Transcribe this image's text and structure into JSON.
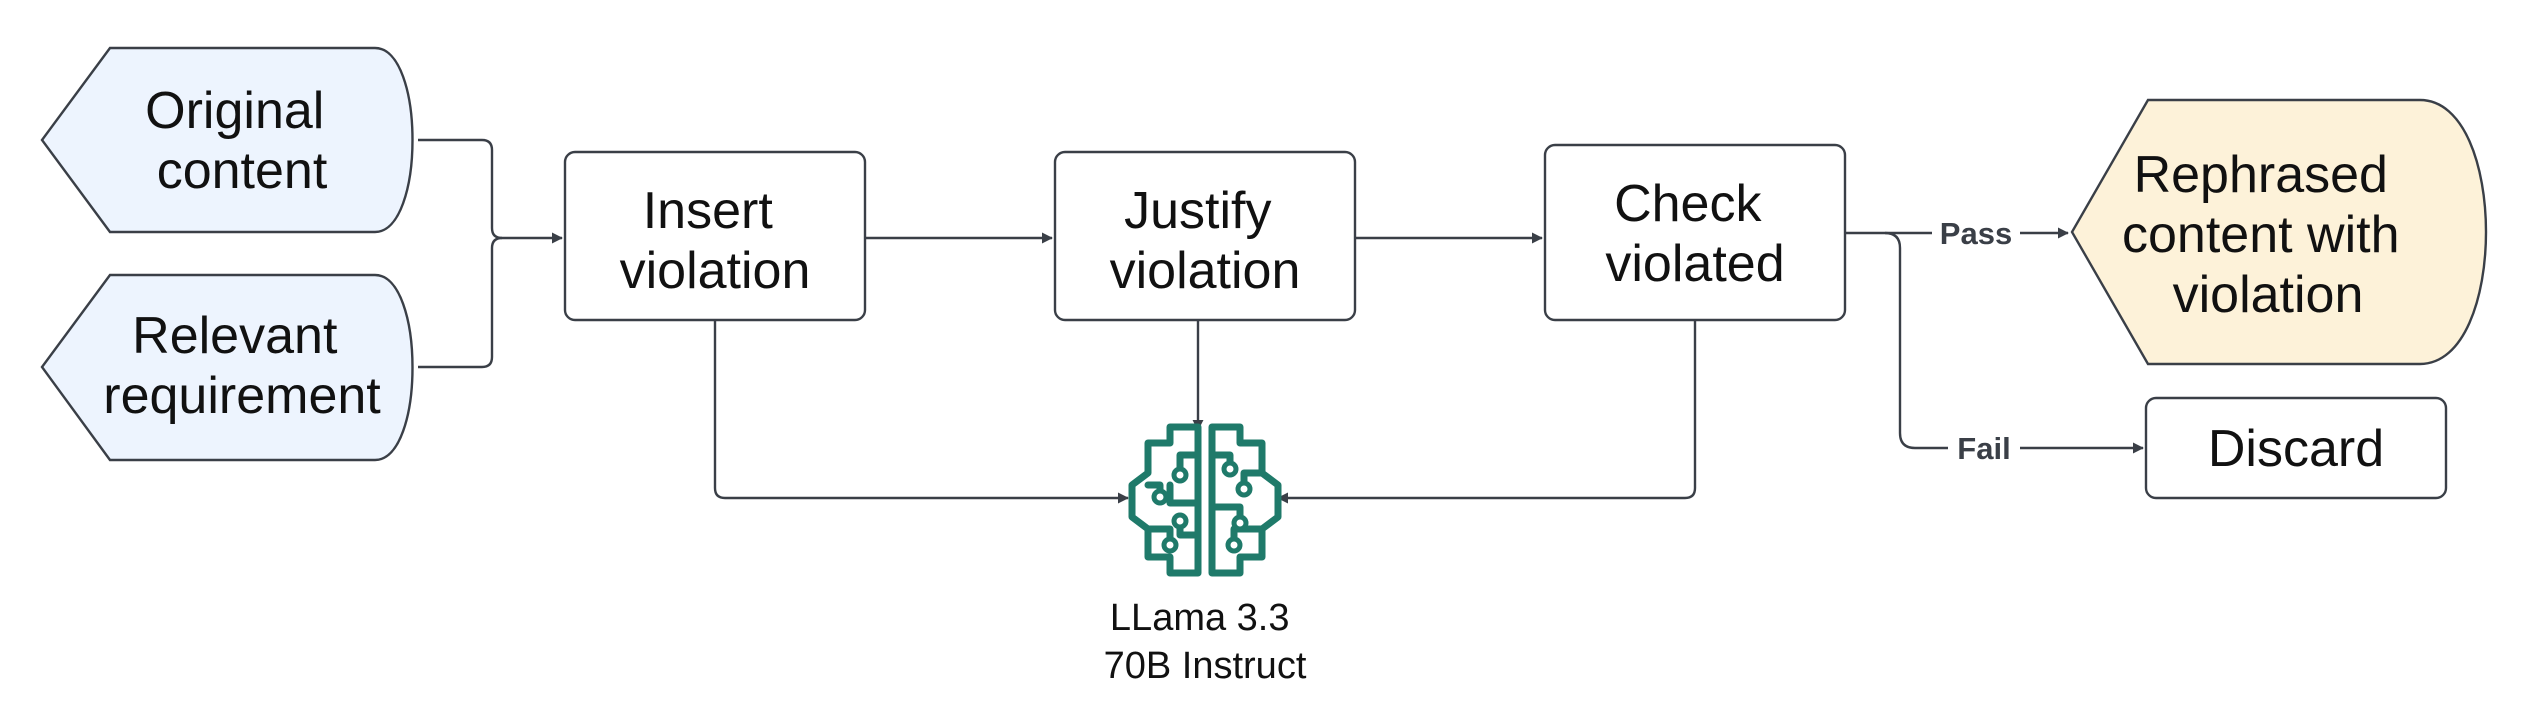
{
  "inputs": [
    {
      "lines": [
        "Original",
        "content"
      ],
      "fill": "#edf4fe"
    },
    {
      "lines": [
        "Relevant",
        "requirement"
      ],
      "fill": "#edf4fe"
    }
  ],
  "steps": [
    {
      "lines": [
        "Insert",
        "violation"
      ]
    },
    {
      "lines": [
        "Justify",
        "violation"
      ]
    },
    {
      "lines": [
        "Check",
        "violated"
      ]
    }
  ],
  "output": {
    "lines": [
      "Rephrased",
      "content with",
      "violation"
    ],
    "fill": "#fdf2d9"
  },
  "discard": {
    "label": "Discard"
  },
  "edges": {
    "pass_label": "Pass",
    "fail_label": "Fail"
  },
  "model": {
    "lines": [
      "LLama 3.3",
      "70B Instruct"
    ],
    "icon": "brain-circuit-icon",
    "color": "#1f7a6a"
  },
  "colors": {
    "stroke": "#3a3f47"
  }
}
